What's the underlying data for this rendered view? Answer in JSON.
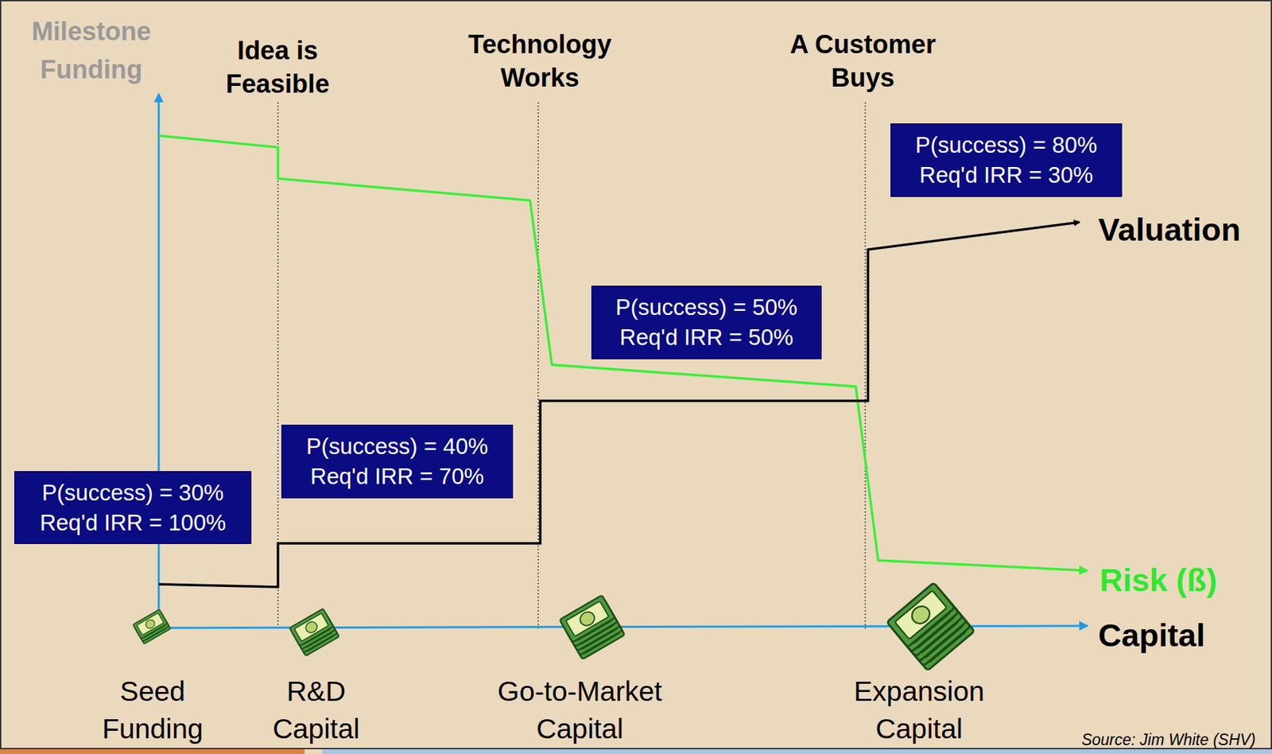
{
  "diagram": {
    "nodes": [
      {
        "text": [
          "P(success) = 30%",
          "Req'd IRR = 100%"
        ]
      },
      {
        "text": [
          "P(success) = 40%",
          "Req'd IRR = 70%"
        ]
      },
      {
        "text": [
          "P(success) = 50%",
          "Req'd IRR = 50%"
        ]
      },
      {
        "text": [
          "P(success) = 80%",
          "Req'd IRR = 30%"
        ]
      }
    ],
    "labels": [
      "Milestone Funding",
      "Idea is Feasible",
      "Technology Works",
      "A Customer Buys",
      "Valuation",
      "Risk (ß)",
      "Capital",
      "Seed Funding",
      "R&D Capital",
      "Go-to-Market Capital",
      "Expansion Capital",
      "Source: Jim White (SHV)"
    ]
  }
}
